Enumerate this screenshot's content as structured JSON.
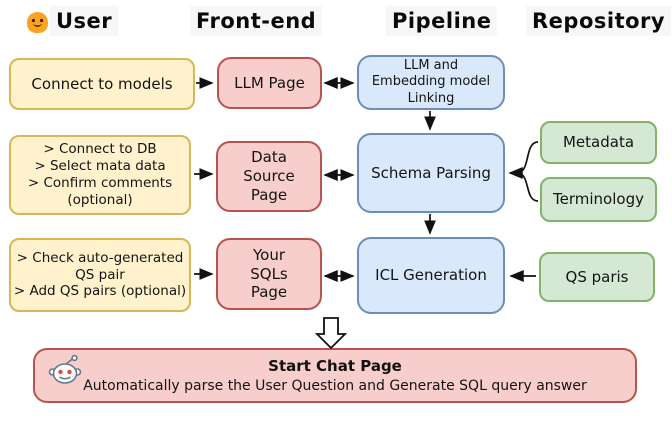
{
  "headers": {
    "user": "User",
    "frontend": "Front-end",
    "pipeline": "Pipeline",
    "repository": "Repository"
  },
  "icons": {
    "user_header": "hugging-face-icon",
    "footer": "robot-icon"
  },
  "user_column": {
    "box1": {
      "text": "Connect to models"
    },
    "box2": {
      "lines": [
        "> Connect to DB",
        "> Select mata data",
        "> Confirm comments",
        "(optional)"
      ]
    },
    "box3": {
      "lines": [
        "> Check auto-generated",
        "QS pair",
        "> Add QS pairs (optional)"
      ]
    }
  },
  "frontend_column": {
    "box1": "LLM Page",
    "box2": "Data Source Page",
    "box3": "Your SQLs Page"
  },
  "pipeline_column": {
    "box1": "LLM and Embedding model Linking",
    "box2": "Schema Parsing",
    "box3": "ICL Generation"
  },
  "repository_column": {
    "box1": "Metadata",
    "box2": "Terminology",
    "box3": "QS paris"
  },
  "footer": {
    "title": "Start Chat Page",
    "subtitle": "Automatically parse the User Question and Generate SQL query answer"
  },
  "colors": {
    "yellow_fill": "#FFF2CC",
    "yellow_border": "#D6B656",
    "pink_fill": "#F8CECC",
    "pink_border": "#B85450",
    "blue_fill": "#DAE8FC",
    "blue_border": "#6C8EBF",
    "green_fill": "#D5E8D4",
    "green_border": "#82B366",
    "arrow": "#111111"
  }
}
